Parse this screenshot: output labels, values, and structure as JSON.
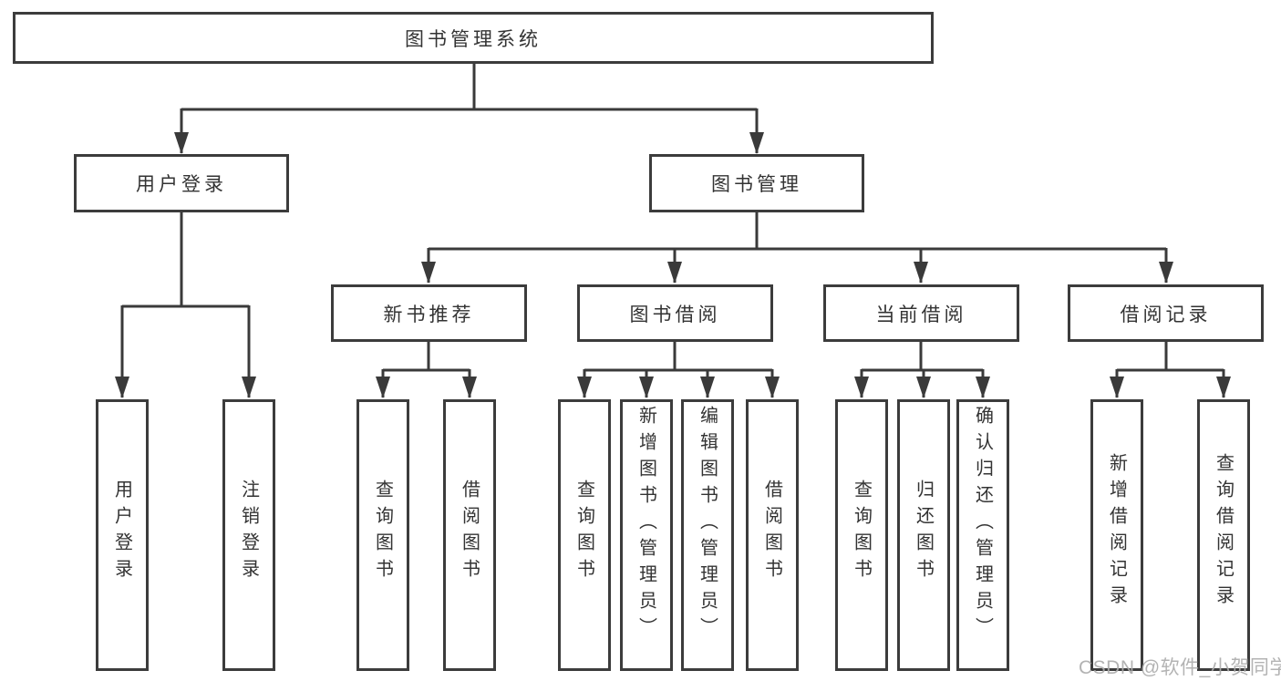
{
  "diagram": {
    "root": {
      "label": "图书管理系统"
    },
    "branches": [
      {
        "label": "用户登录",
        "children": [
          {
            "label": "用户登录"
          },
          {
            "label": "注销登录"
          }
        ]
      },
      {
        "label": "图书管理",
        "children": [
          {
            "label": "新书推荐",
            "children": [
              {
                "label": "查询图书"
              },
              {
                "label": "借阅图书"
              }
            ]
          },
          {
            "label": "图书借阅",
            "children": [
              {
                "label": "查询图书"
              },
              {
                "label": "新增图书（管理员）"
              },
              {
                "label": "编辑图书（管理员）"
              },
              {
                "label": "借阅图书"
              }
            ]
          },
          {
            "label": "当前借阅",
            "children": [
              {
                "label": "查询图书"
              },
              {
                "label": "归还图书"
              },
              {
                "label": "确认归还（管理员）"
              }
            ]
          },
          {
            "label": "借阅记录",
            "children": [
              {
                "label": "新增借阅记录"
              },
              {
                "label": "查询借阅记录"
              }
            ]
          }
        ]
      }
    ]
  },
  "watermark": {
    "text": "CSDN @软件_小贺同学"
  },
  "colors": {
    "line": "#3a3a3a",
    "box_border": "#3c3c3c",
    "box_background": "#ffffff",
    "text": "#333333",
    "watermark": "#adadad",
    "canvas_background": "#ffffff"
  }
}
